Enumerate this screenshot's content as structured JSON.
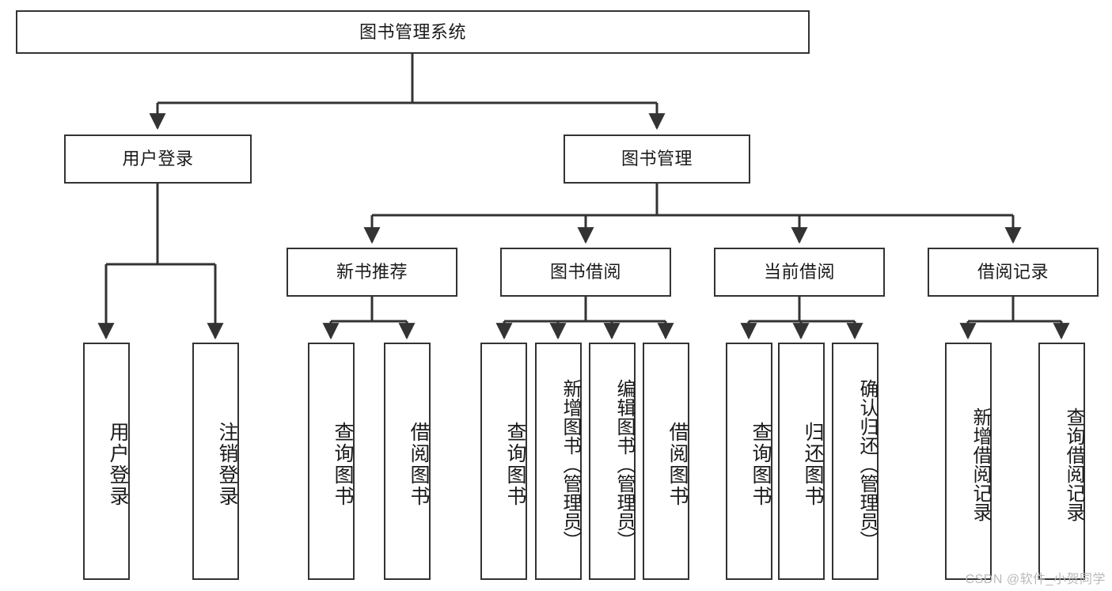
{
  "diagram": {
    "type": "tree",
    "title": "图书管理系统",
    "watermark": "CSDN @软件_小贺同学",
    "colors": {
      "node_border": "#333333",
      "node_fill": "#ffffff",
      "edge": "#333333",
      "text": "#1a1a1a",
      "watermark": "#b9b9b9",
      "background": "#ffffff"
    },
    "nodes": {
      "root": "图书管理系统",
      "level2": {
        "user_login": "用户登录",
        "book_manage": "图书管理"
      },
      "level3": {
        "new_book_rec": "新书推荐",
        "book_borrow": "图书借阅",
        "current_borrow": "当前借阅",
        "borrow_record": "借阅记录"
      },
      "leaves": {
        "user_login_1": "用户登录",
        "user_login_2": "注销登录",
        "new_book_rec_1": "查询图书",
        "new_book_rec_2": "借阅图书",
        "book_borrow_1": "查询图书",
        "book_borrow_2": "新增图书（管理员）",
        "book_borrow_3": "编辑图书（管理员）",
        "book_borrow_4": "借阅图书",
        "current_borrow_1": "查询图书",
        "current_borrow_2": "归还图书",
        "current_borrow_3": "确认归还（管理员）",
        "borrow_record_1": "新增借阅记录",
        "borrow_record_2": "查询借阅记录"
      }
    },
    "edges": [
      {
        "from": "root",
        "to": "user_login"
      },
      {
        "from": "root",
        "to": "book_manage"
      },
      {
        "from": "user_login",
        "to": "user_login_1"
      },
      {
        "from": "user_login",
        "to": "user_login_2"
      },
      {
        "from": "book_manage",
        "to": "new_book_rec"
      },
      {
        "from": "book_manage",
        "to": "book_borrow"
      },
      {
        "from": "book_manage",
        "to": "current_borrow"
      },
      {
        "from": "book_manage",
        "to": "borrow_record"
      },
      {
        "from": "new_book_rec",
        "to": "new_book_rec_1"
      },
      {
        "from": "new_book_rec",
        "to": "new_book_rec_2"
      },
      {
        "from": "book_borrow",
        "to": "book_borrow_1"
      },
      {
        "from": "book_borrow",
        "to": "book_borrow_2"
      },
      {
        "from": "book_borrow",
        "to": "book_borrow_3"
      },
      {
        "from": "book_borrow",
        "to": "book_borrow_4"
      },
      {
        "from": "current_borrow",
        "to": "current_borrow_1"
      },
      {
        "from": "current_borrow",
        "to": "current_borrow_2"
      },
      {
        "from": "current_borrow",
        "to": "current_borrow_3"
      },
      {
        "from": "borrow_record",
        "to": "borrow_record_1"
      },
      {
        "from": "borrow_record",
        "to": "borrow_record_2"
      }
    ]
  }
}
